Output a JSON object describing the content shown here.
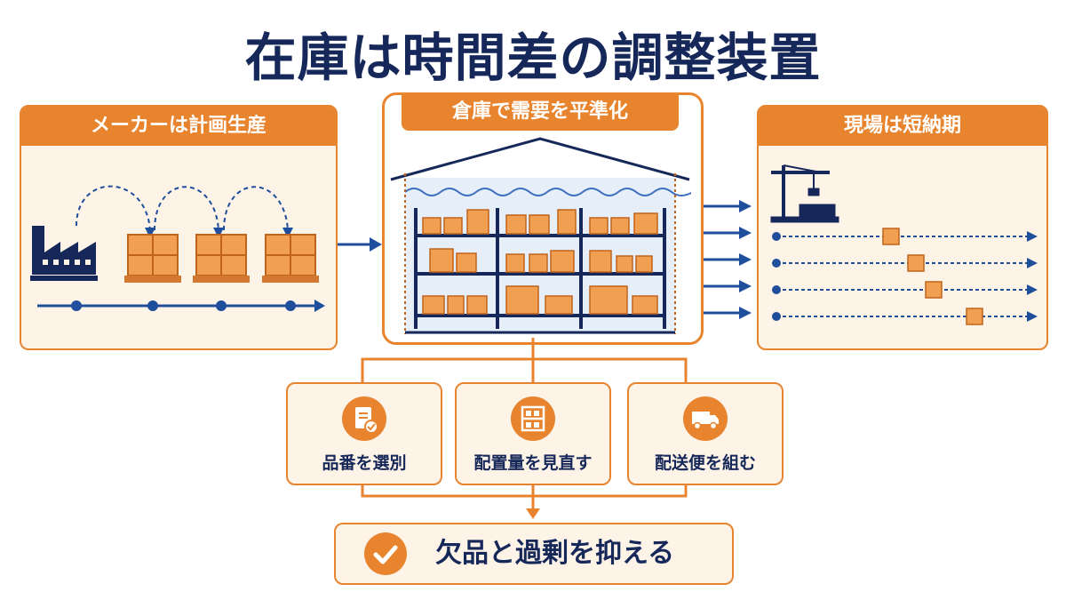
{
  "title": "在庫は時間差の調整装置",
  "panels": {
    "maker": {
      "header": "メーカーは計画生産"
    },
    "warehouse": {
      "header": "倉庫で需要を平準化"
    },
    "site": {
      "header": "現場は短納期"
    }
  },
  "actions": [
    {
      "label": "品番を選別",
      "icon": "clipboard-check-icon"
    },
    {
      "label": "配置量を見直す",
      "icon": "shelf-icon"
    },
    {
      "label": "配送便を組む",
      "icon": "truck-icon"
    }
  ],
  "result": {
    "label": "欠品と過剰を抑える",
    "icon": "check-icon"
  },
  "colors": {
    "accent": "#e8842e",
    "navy": "#16285a",
    "blue": "#1f4e9c",
    "panel_bg": "#fdf3e7"
  }
}
